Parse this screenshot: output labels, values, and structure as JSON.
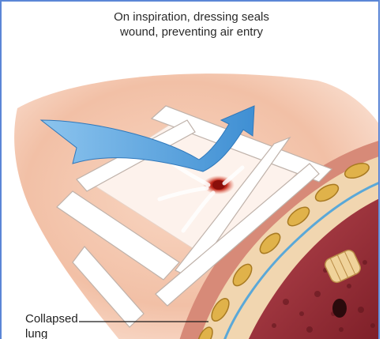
{
  "caption": {
    "line1": "On inspiration, dressing seals",
    "line2": "wound, preventing air entry"
  },
  "labels": {
    "collapsed_lung_line1": "Collapsed",
    "collapsed_lung_line2": "lung"
  },
  "colors": {
    "frame_border": "#5b86d6",
    "skin": "#f3c2a8",
    "arrow": "#4a9ad8",
    "dressing": "#ffffff",
    "wound": "#c0271a",
    "rib": "#e0b24a",
    "lung": "#9c2f36"
  }
}
